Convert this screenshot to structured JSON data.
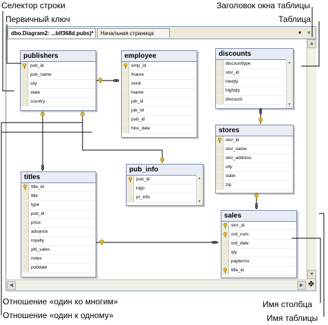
{
  "callouts": {
    "row_selector": "Селектор строки",
    "primary_key": "Первичный ключ",
    "window_title": "Заголовок окна таблицы",
    "table": "Таблица",
    "one_to_many": "Отношение «один ко многим»",
    "one_to_one": "Отношение «один к одному»",
    "column_name": "Имя столбца",
    "table_name": "Имя таблицы"
  },
  "tabs": {
    "active": "dbo.Diagram2: ...blf368d.pubs)*",
    "inactive": "Начальная страница"
  },
  "controls": {
    "dropdown_glyph": "▾",
    "close_glyph": "×",
    "corner_glyph": "✥"
  },
  "tables": {
    "publishers": {
      "name": "publishers",
      "columns": [
        "pub_id",
        "pub_name",
        "city",
        "state",
        "country"
      ]
    },
    "employee": {
      "name": "employee",
      "columns": [
        "emp_id",
        "fname",
        "minit",
        "lname",
        "job_id",
        "job_lvl",
        "pub_id",
        "hire_date"
      ]
    },
    "discounts": {
      "name": "discounts",
      "columns": [
        "discounttype",
        "stor_id",
        "lowqty",
        "highqty",
        "discount"
      ]
    },
    "stores": {
      "name": "stores",
      "columns": [
        "stor_id",
        "stor_name",
        "stor_address",
        "city",
        "state",
        "zip"
      ]
    },
    "pub_info": {
      "name": "pub_info",
      "columns": [
        "pub_id",
        "logo",
        "pr_info"
      ]
    },
    "titles": {
      "name": "titles",
      "columns": [
        "title_id",
        "title",
        "type",
        "pub_id",
        "price",
        "advance",
        "royalty",
        "ytd_sales",
        "notes",
        "pubdate"
      ]
    },
    "sales": {
      "name": "sales",
      "columns": [
        "stor_id",
        "ord_num",
        "ord_date",
        "qty",
        "payterms",
        "title_id"
      ]
    }
  },
  "colors": {
    "frame_border": "#7f9db9",
    "table_border": "#7b88a8",
    "key_icon": "#e8c020",
    "relationship_line": "#000000"
  },
  "icons": {
    "primary_key": "key-icon",
    "one_end": "key-icon",
    "many_end": "infinity-icon"
  }
}
